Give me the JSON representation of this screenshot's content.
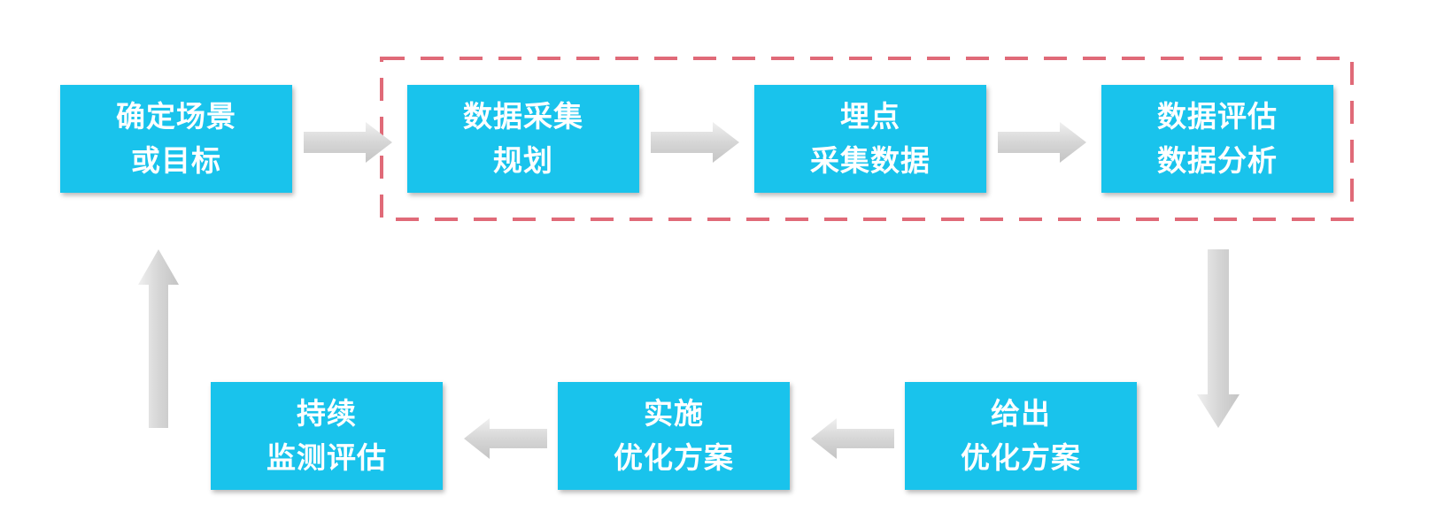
{
  "steps": [
    {
      "line1": "确定场景",
      "line2": "或目标"
    },
    {
      "line1": "数据采集",
      "line2": "规划"
    },
    {
      "line1": "埋点",
      "line2": "采集数据"
    },
    {
      "line1": "数据评估",
      "line2": "数据分析"
    },
    {
      "line1": "给出",
      "line2": "优化方案"
    },
    {
      "line1": "实施",
      "line2": "优化方案"
    },
    {
      "line1": "持续",
      "line2": "监测评估"
    }
  ],
  "colors": {
    "box_fill": "#19c3ec",
    "box_text": "#ffffff",
    "arrow_fill": "#dcdcdc",
    "highlight_border": "#e06a78"
  }
}
